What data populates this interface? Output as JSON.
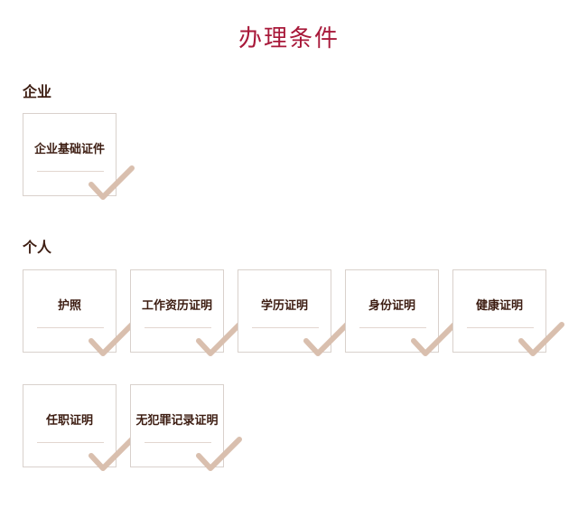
{
  "title": "办理条件",
  "check_color": "#d9bfae",
  "sections": [
    {
      "label": "企业",
      "items": [
        "企业基础证件"
      ]
    },
    {
      "label": "个人",
      "items": [
        "护照",
        "工作资历证明",
        "学历证明",
        "身份证明",
        "健康证明",
        "任职证明",
        "无犯罪记录证明"
      ]
    }
  ]
}
